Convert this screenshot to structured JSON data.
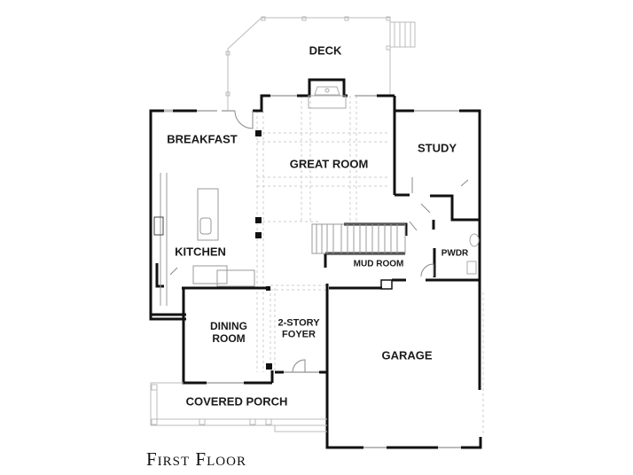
{
  "plan": {
    "title": "First Floor",
    "rooms": {
      "deck": "DECK",
      "breakfast": "BREAKFAST",
      "great_room": "GREAT ROOM",
      "study": "STUDY",
      "kitchen": "KITCHEN",
      "mud_room": "MUD ROOM",
      "pwdr": "PWDR",
      "dining_room_l1": "DINING",
      "dining_room_l2": "ROOM",
      "foyer_l1": "2-STORY",
      "foyer_l2": "FOYER",
      "garage": "GARAGE",
      "covered_porch": "COVERED PORCH"
    },
    "colors": {
      "wall": "#111111",
      "thin": "#bbbbbb",
      "dashed": "#c8c8c8",
      "background": "#ffffff"
    }
  }
}
